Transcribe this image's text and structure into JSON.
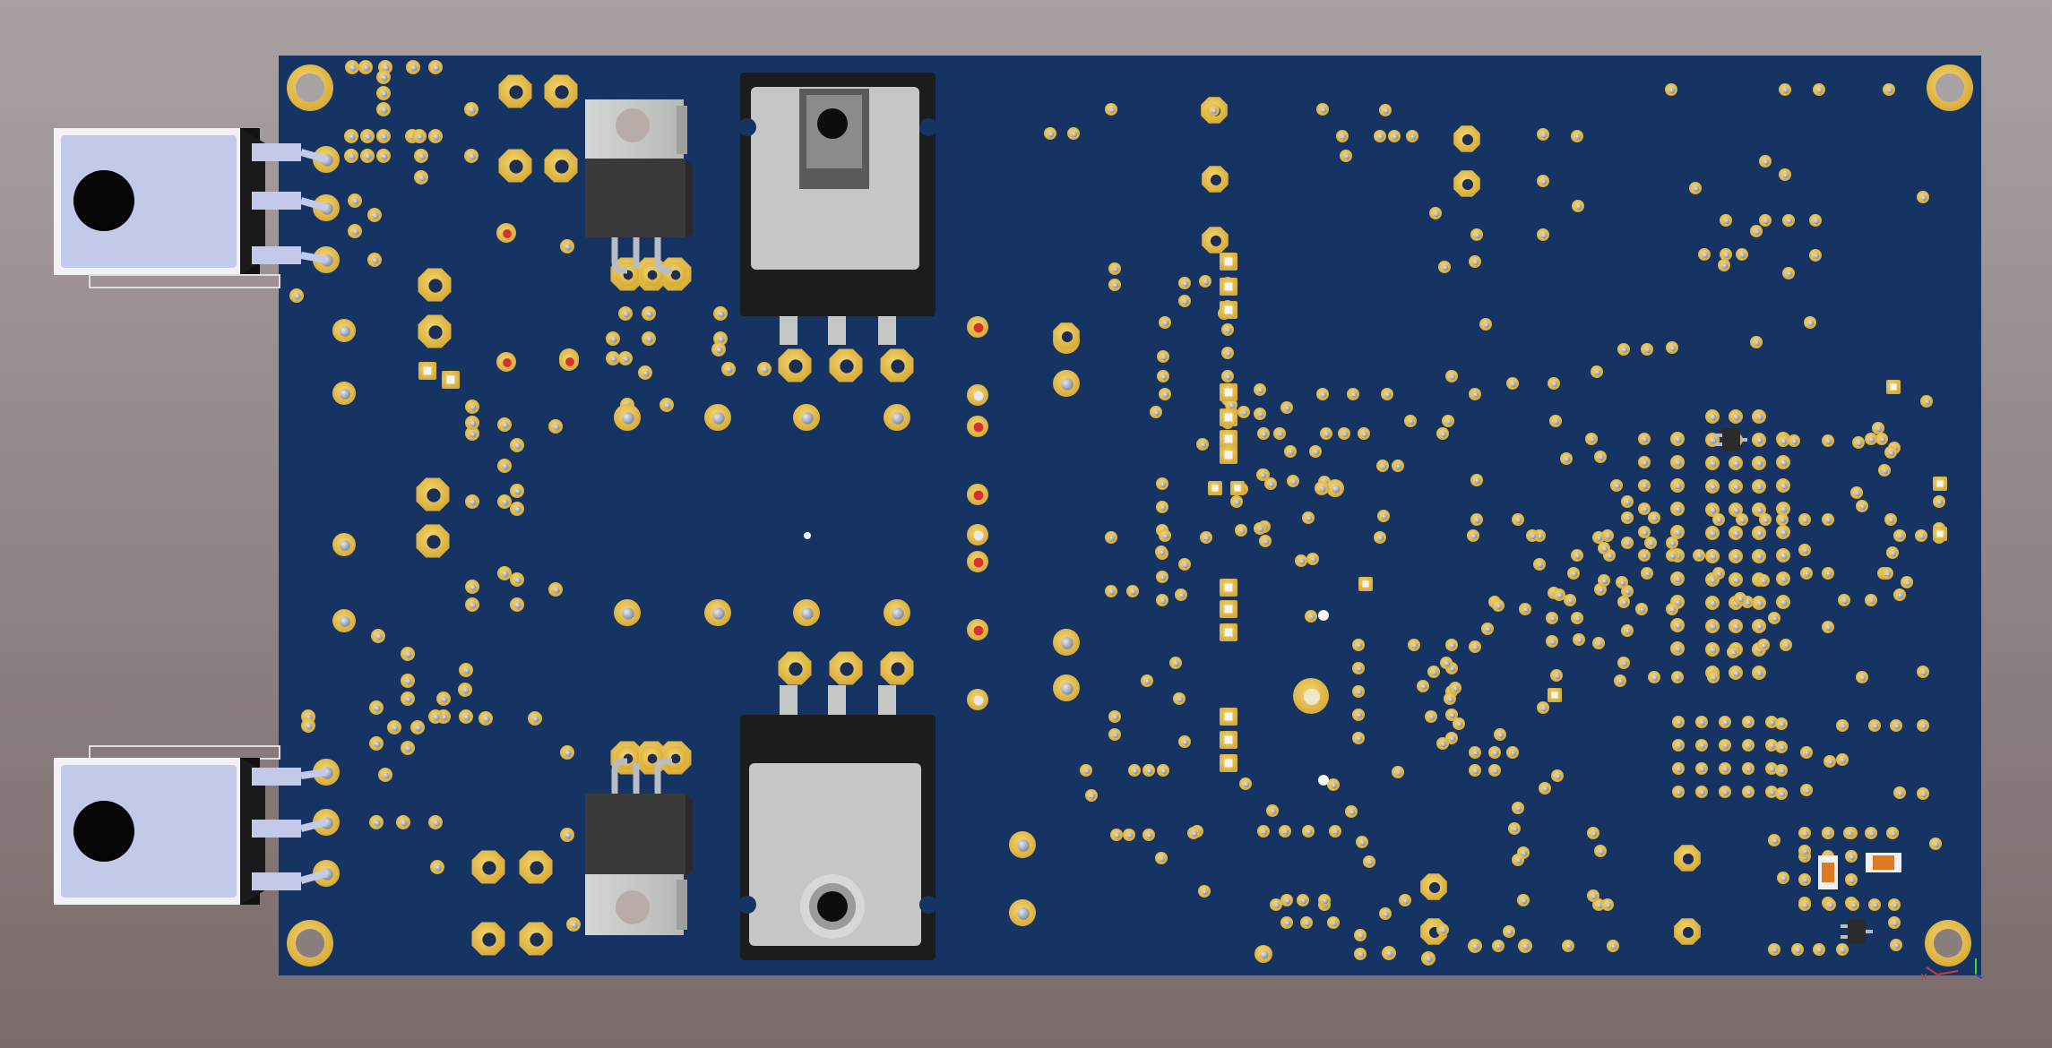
{
  "viewer": {
    "background_top": "#a8a0a2",
    "background_bottom": "#7c6c6c"
  },
  "board": {
    "substrate_color": "#163463",
    "pad_color": "#e6bd48",
    "hole_color": "#9aa3b5",
    "component_body_color": "#3a3a3a",
    "tab_color": "#c8cbc8",
    "connector_color": "#c3c9e8",
    "bodged_pad_color": "#d93030",
    "smd_orange": "#e07a22"
  },
  "components": [
    {
      "name": "barrel-jack-top",
      "kind": "barrel-jack"
    },
    {
      "name": "barrel-jack-bottom",
      "kind": "barrel-jack"
    },
    {
      "name": "regulator-to220-top",
      "kind": "to-220"
    },
    {
      "name": "regulator-to220-bottom",
      "kind": "to-220"
    },
    {
      "name": "mosfet-to247-top",
      "kind": "to-247"
    },
    {
      "name": "mosfet-to247-bottom",
      "kind": "to-247"
    },
    {
      "name": "smd-transistor-sot23-1",
      "kind": "sot-23"
    },
    {
      "name": "smd-transistor-sot23-2",
      "kind": "sot-23"
    },
    {
      "name": "smd-resistor-orange-1",
      "kind": "0805"
    },
    {
      "name": "smd-resistor-orange-2",
      "kind": "0805"
    }
  ],
  "mounting_holes": 6,
  "axis_triad": {
    "x_color": "#d63a3a",
    "y_color": "#3ad63a",
    "z_color": "#3a3ad6"
  }
}
